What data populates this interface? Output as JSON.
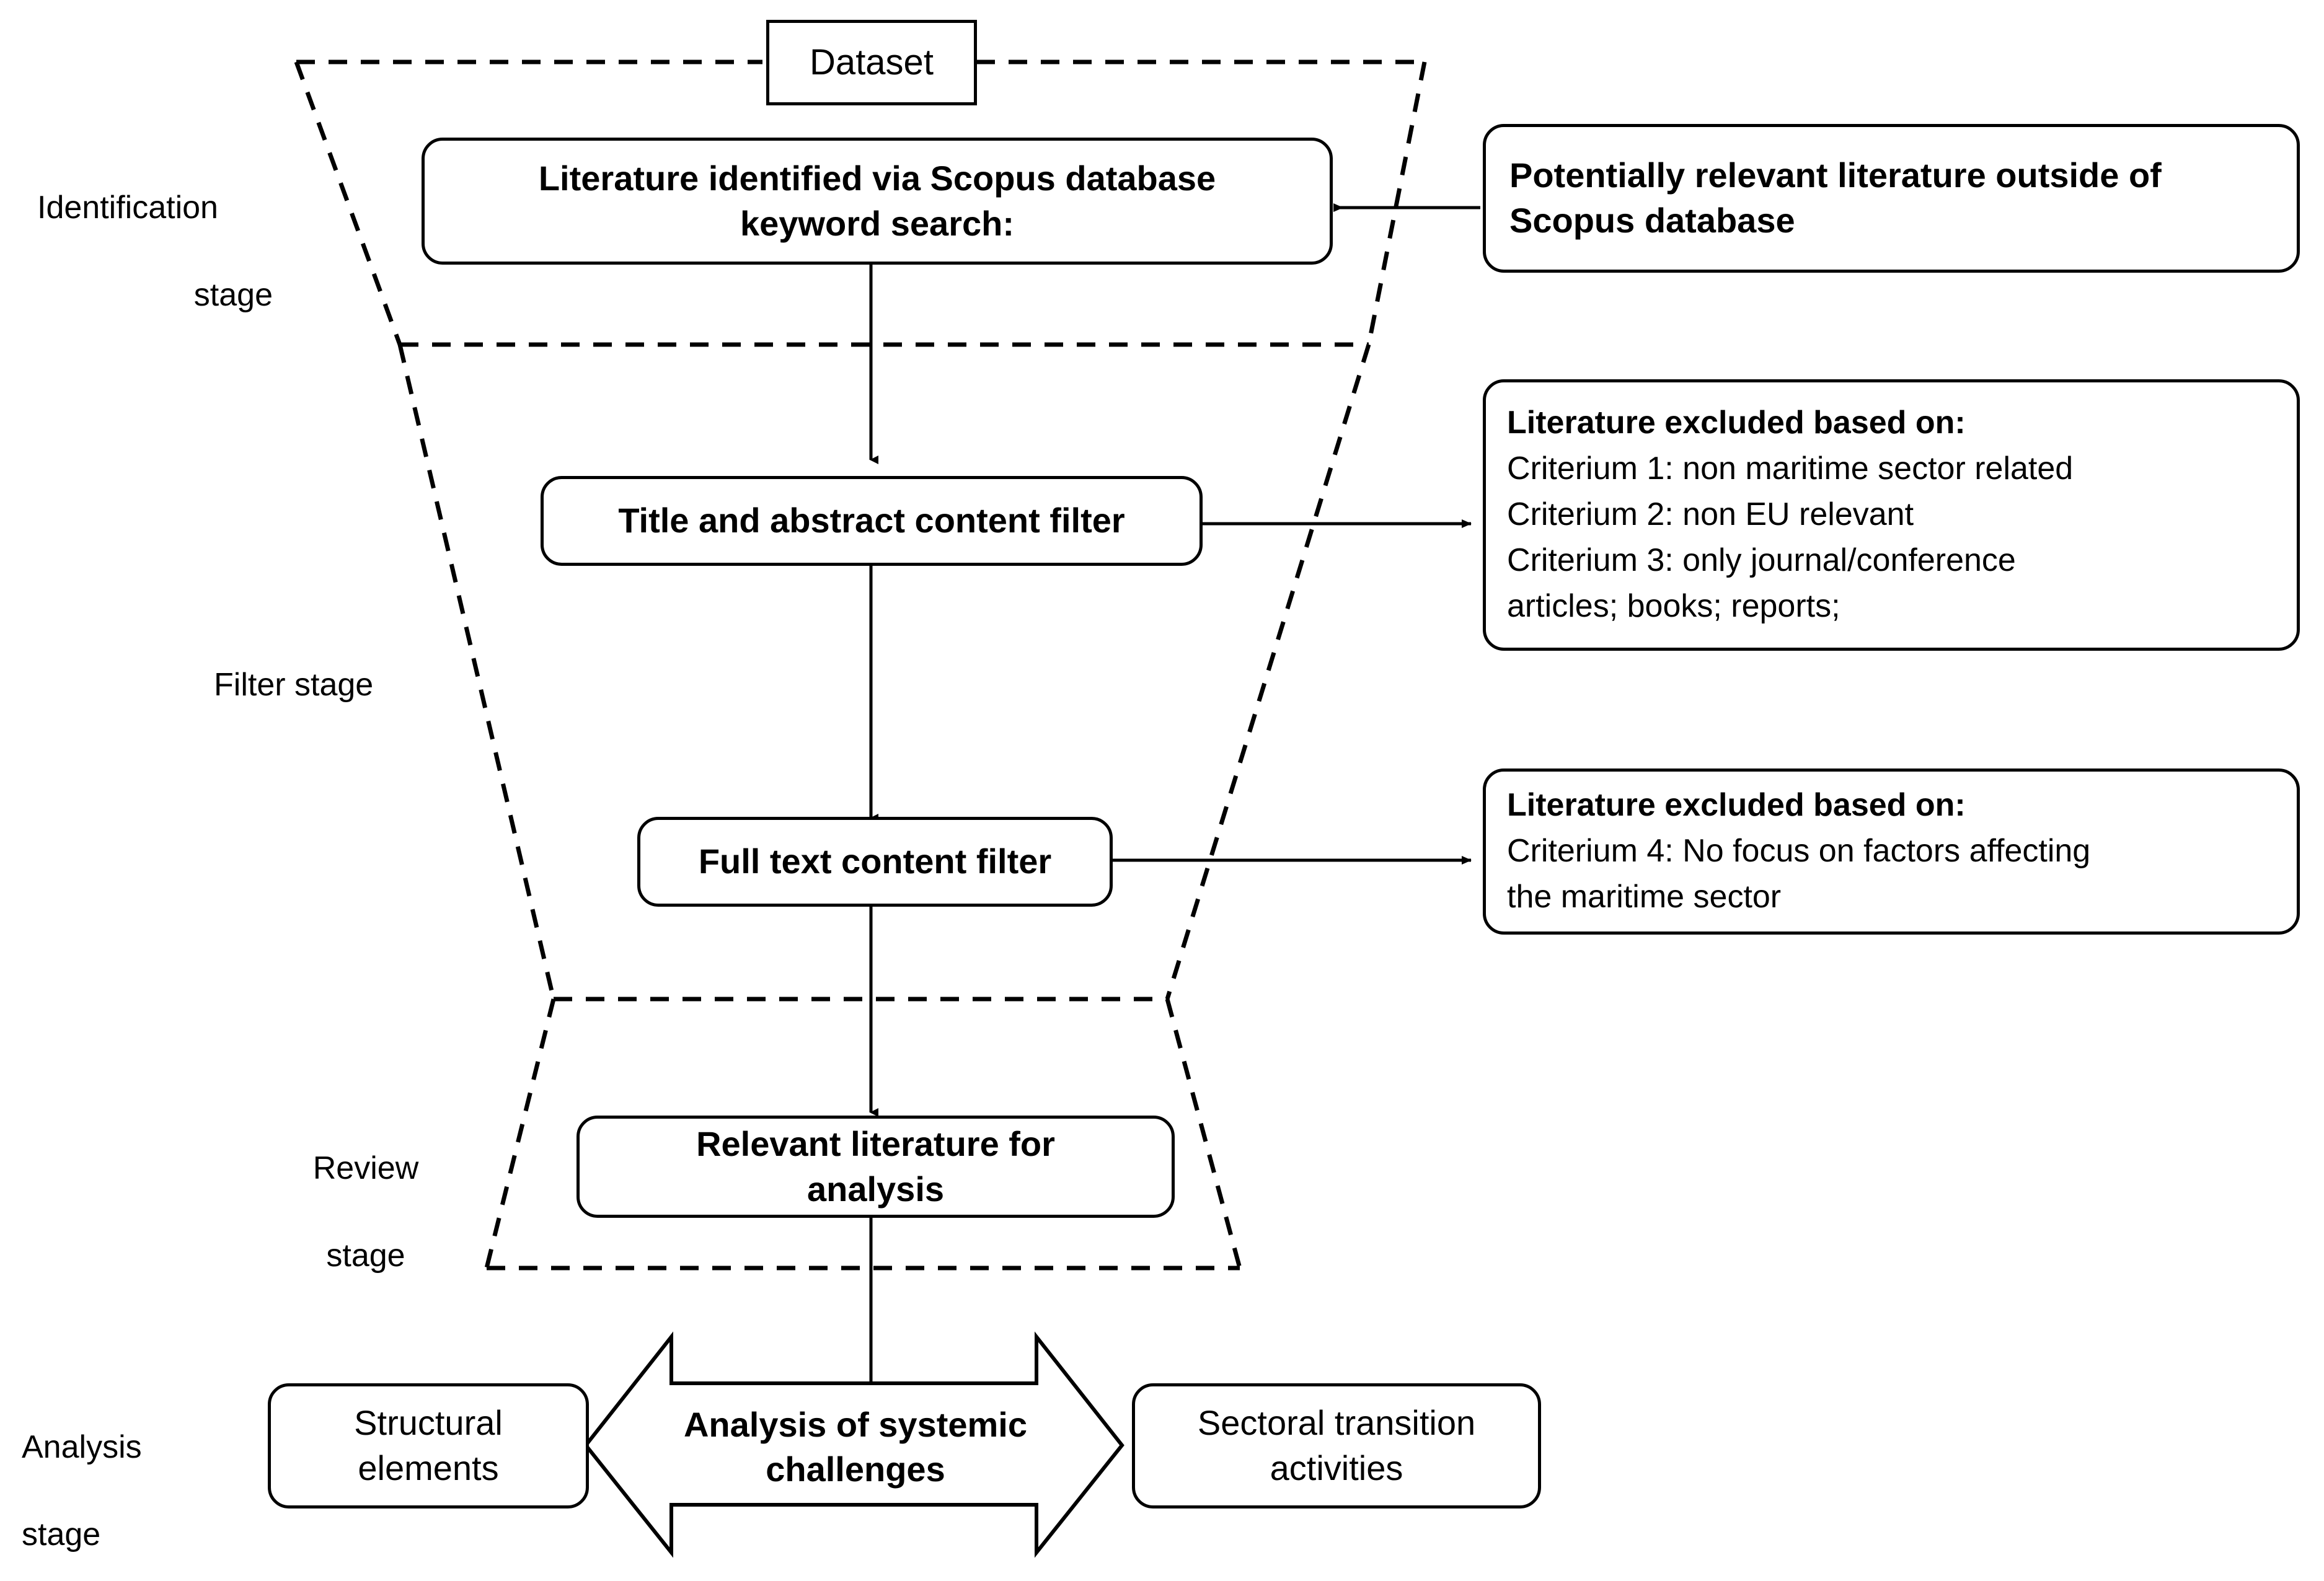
{
  "diagram": {
    "title": "Systematic literature review flow diagram",
    "line_color": "#000000",
    "background_color": "#ffffff"
  },
  "stage_labels": [
    {
      "id": "identification",
      "line1": "Identification",
      "line2": "stage"
    },
    {
      "id": "filter",
      "line1": "Filter stage",
      "line2": ""
    },
    {
      "id": "review",
      "line1": "Review",
      "line2": "stage"
    },
    {
      "id": "analysis",
      "line1": "Analysis",
      "line2": "stage"
    }
  ],
  "nodes": {
    "dataset": {
      "label": "Dataset"
    },
    "scopus_search": {
      "line1": "Literature identified via Scopus database",
      "line2": "keyword search:"
    },
    "outside_scopus": {
      "line1": "Potentially relevant literature outside of",
      "line2": "Scopus database"
    },
    "title_abstract_filter": {
      "label": "Title and abstract content filter"
    },
    "full_text_filter": {
      "label": "Full text content filter"
    },
    "relevant_literature": {
      "line1": "Relevant literature for",
      "line2": "analysis"
    },
    "structural_elements": {
      "line1": "Structural",
      "line2": "elements"
    },
    "analysis_of_challenges": {
      "line1": "Analysis of systemic",
      "line2": "challenges"
    },
    "sectoral_transition": {
      "line1": "Sectoral transition",
      "line2": "activities"
    }
  },
  "exclusion_boxes": [
    {
      "id": "exclusion-1",
      "heading": "Literature excluded based on:",
      "lines": [
        "Criterium 1: non maritime sector related",
        "Criterium 2: non EU relevant",
        "Criterium 3: only journal/conference",
        "articles; books; reports;"
      ]
    },
    {
      "id": "exclusion-2",
      "heading": "Literature excluded based on:",
      "lines": [
        "Criterium 4: No focus on factors affecting",
        "the maritime sector"
      ]
    }
  ],
  "connectors": [
    {
      "id": "scopus-to-title-abstract",
      "type": "arrow-down"
    },
    {
      "id": "outside-scopus-to-scopus",
      "type": "arrow-left"
    },
    {
      "id": "title-abstract-to-exclusion-1",
      "type": "arrow-right"
    },
    {
      "id": "title-abstract-to-full-text",
      "type": "arrow-down"
    },
    {
      "id": "full-text-to-exclusion-2",
      "type": "arrow-right"
    },
    {
      "id": "full-text-to-relevant",
      "type": "arrow-down"
    },
    {
      "id": "relevant-to-analysis",
      "type": "arrow-down"
    },
    {
      "id": "analysis-double-arrow",
      "type": "double-headed-arrow"
    }
  ],
  "funnel": {
    "style": "dashed",
    "dividers": 2
  }
}
